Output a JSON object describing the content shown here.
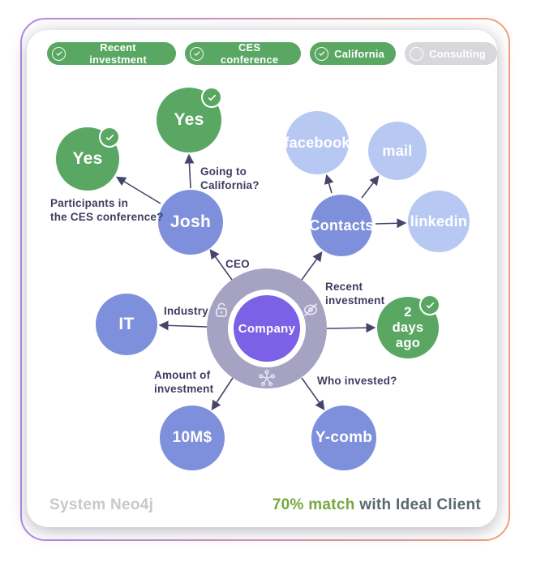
{
  "filters": {
    "items": [
      {
        "label": "Recent investment",
        "checked": true
      },
      {
        "label": "CES conference",
        "checked": true
      },
      {
        "label": "California",
        "checked": true
      },
      {
        "label": "Consulting",
        "checked": false
      }
    ]
  },
  "graph": {
    "center_node": {
      "id": "company",
      "label": "Company"
    },
    "ring_icons": [
      "lock-icon",
      "eye-slash-icon",
      "network-icon"
    ],
    "nodes": [
      {
        "id": "josh",
        "label": "Josh",
        "type": "entity",
        "badge": null
      },
      {
        "id": "yes-california",
        "label": "Yes",
        "type": "positive",
        "badge": "check"
      },
      {
        "id": "yes-ces",
        "label": "Yes",
        "type": "positive",
        "badge": "check"
      },
      {
        "id": "contacts",
        "label": "Contacts",
        "type": "entity",
        "badge": null
      },
      {
        "id": "facebook",
        "label": "facebook",
        "type": "channel",
        "badge": null
      },
      {
        "id": "mail",
        "label": "mail",
        "type": "channel",
        "badge": null
      },
      {
        "id": "linkedin",
        "label": "linkedin",
        "type": "channel",
        "badge": null
      },
      {
        "id": "two-days-ago",
        "label": "2 days ago",
        "type": "positive",
        "badge": "check"
      },
      {
        "id": "it",
        "label": "IT",
        "type": "entity",
        "badge": null
      },
      {
        "id": "ten-m",
        "label": "10M$",
        "type": "entity",
        "badge": null
      },
      {
        "id": "y-comb",
        "label": "Y-comb",
        "type": "entity",
        "badge": null
      }
    ],
    "edges": [
      {
        "from": "company",
        "to": "josh",
        "label": "CEO"
      },
      {
        "from": "company",
        "to": "contacts",
        "label": ""
      },
      {
        "from": "company",
        "to": "two-days-ago",
        "label": "Recent\ninvestment"
      },
      {
        "from": "company",
        "to": "y-comb",
        "label": "Who invested?"
      },
      {
        "from": "company",
        "to": "ten-m",
        "label": "Amount of\ninvestment"
      },
      {
        "from": "company",
        "to": "it",
        "label": "Industry"
      },
      {
        "from": "josh",
        "to": "yes-california",
        "label": "Going to\nCalifornia?"
      },
      {
        "from": "josh",
        "to": "yes-ces",
        "label": "Participants in\nthe CES conference?"
      },
      {
        "from": "contacts",
        "to": "facebook",
        "label": ""
      },
      {
        "from": "contacts",
        "to": "mail",
        "label": ""
      },
      {
        "from": "contacts",
        "to": "linkedin",
        "label": ""
      }
    ]
  },
  "footer": {
    "system_label": "System Neo4j",
    "match_highlight": "70% match",
    "match_rest": " with Ideal Client"
  },
  "colors": {
    "chip_green": "#5aa763",
    "chip_disabled": "#d8d7db",
    "node_green": "#5aa763",
    "node_blue": "#7e90dc",
    "node_light_blue": "#b7c8f2",
    "center_purple": "#7a61e6",
    "ring_gray": "#a6a3c2",
    "label_text": "#3f3c62",
    "arrow": "#47446a",
    "match_green": "#76a83e",
    "match_text": "#5a696e",
    "system_text": "#c8c8cd",
    "outline_purple": "#b388e8",
    "outline_orange": "#f5a078"
  }
}
